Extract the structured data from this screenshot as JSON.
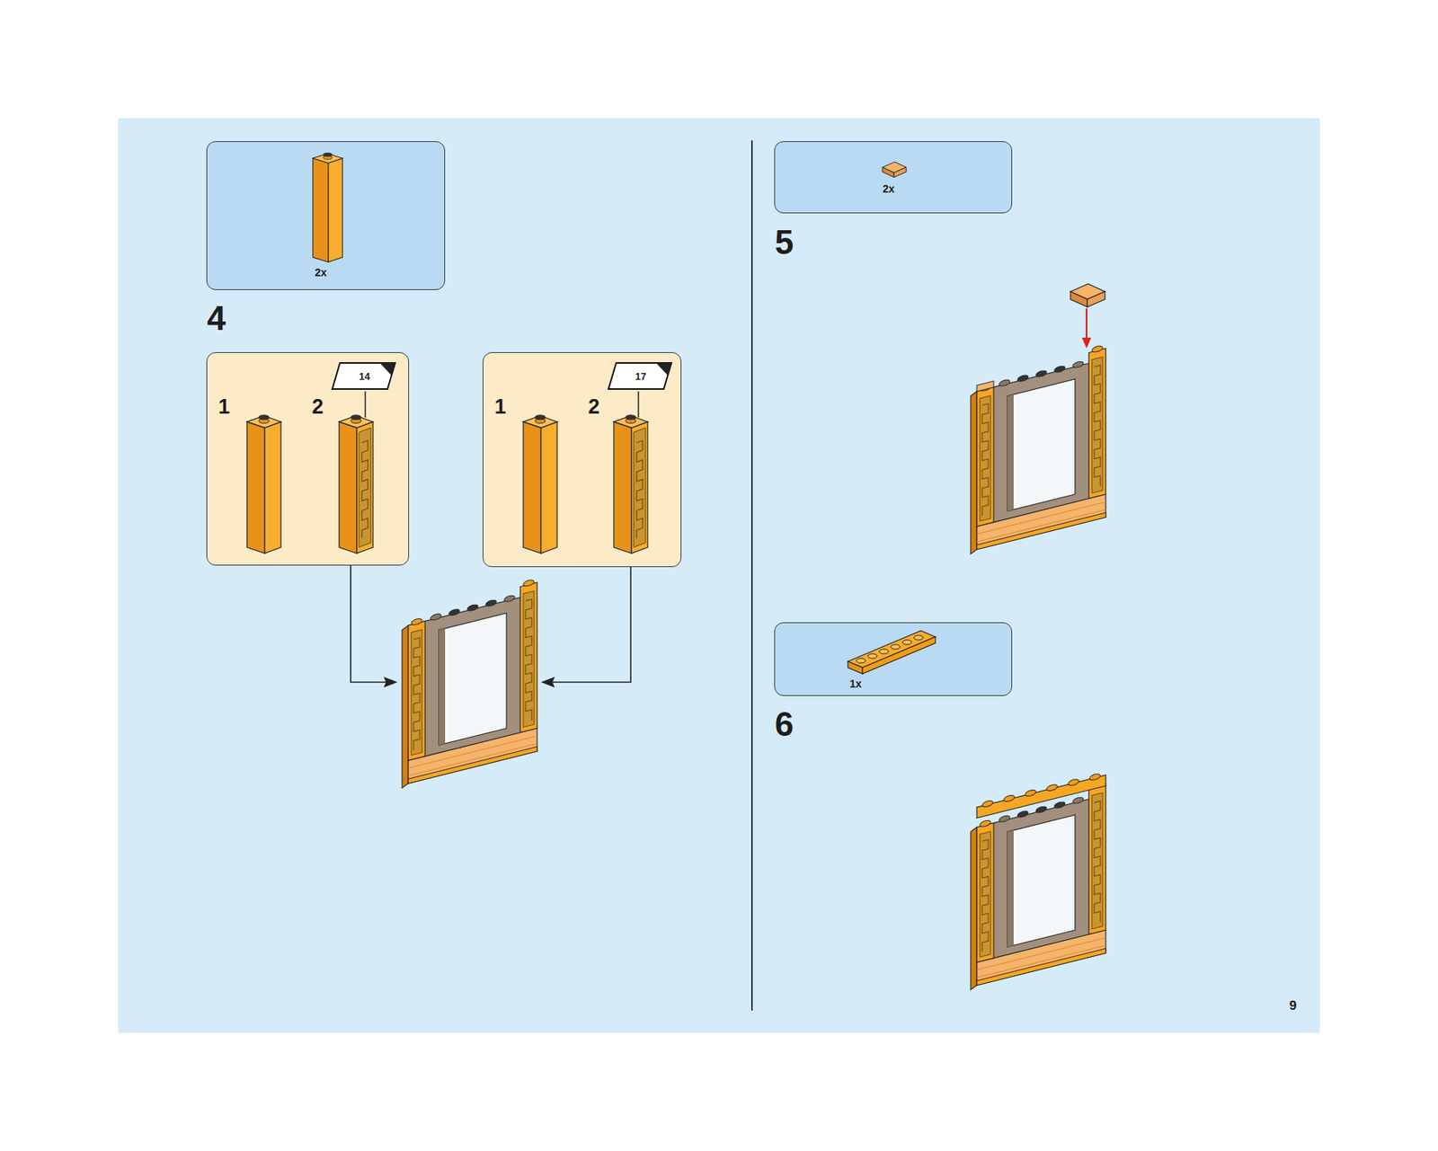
{
  "diagram": {
    "nodes": [
      {
        "text": [
          "2x"
        ]
      },
      {
        "text": [
          "1",
          "2"
        ]
      },
      {
        "text": [
          "14"
        ],
        "in": 1
      },
      {
        "text": [
          "1",
          "2"
        ]
      },
      {
        "text": [
          "17"
        ],
        "in": 3
      },
      {
        "text": [
          "2x"
        ]
      },
      {
        "text": [
          "1x"
        ]
      }
    ],
    "labels": [
      "4",
      "5",
      "6",
      "9"
    ]
  }
}
